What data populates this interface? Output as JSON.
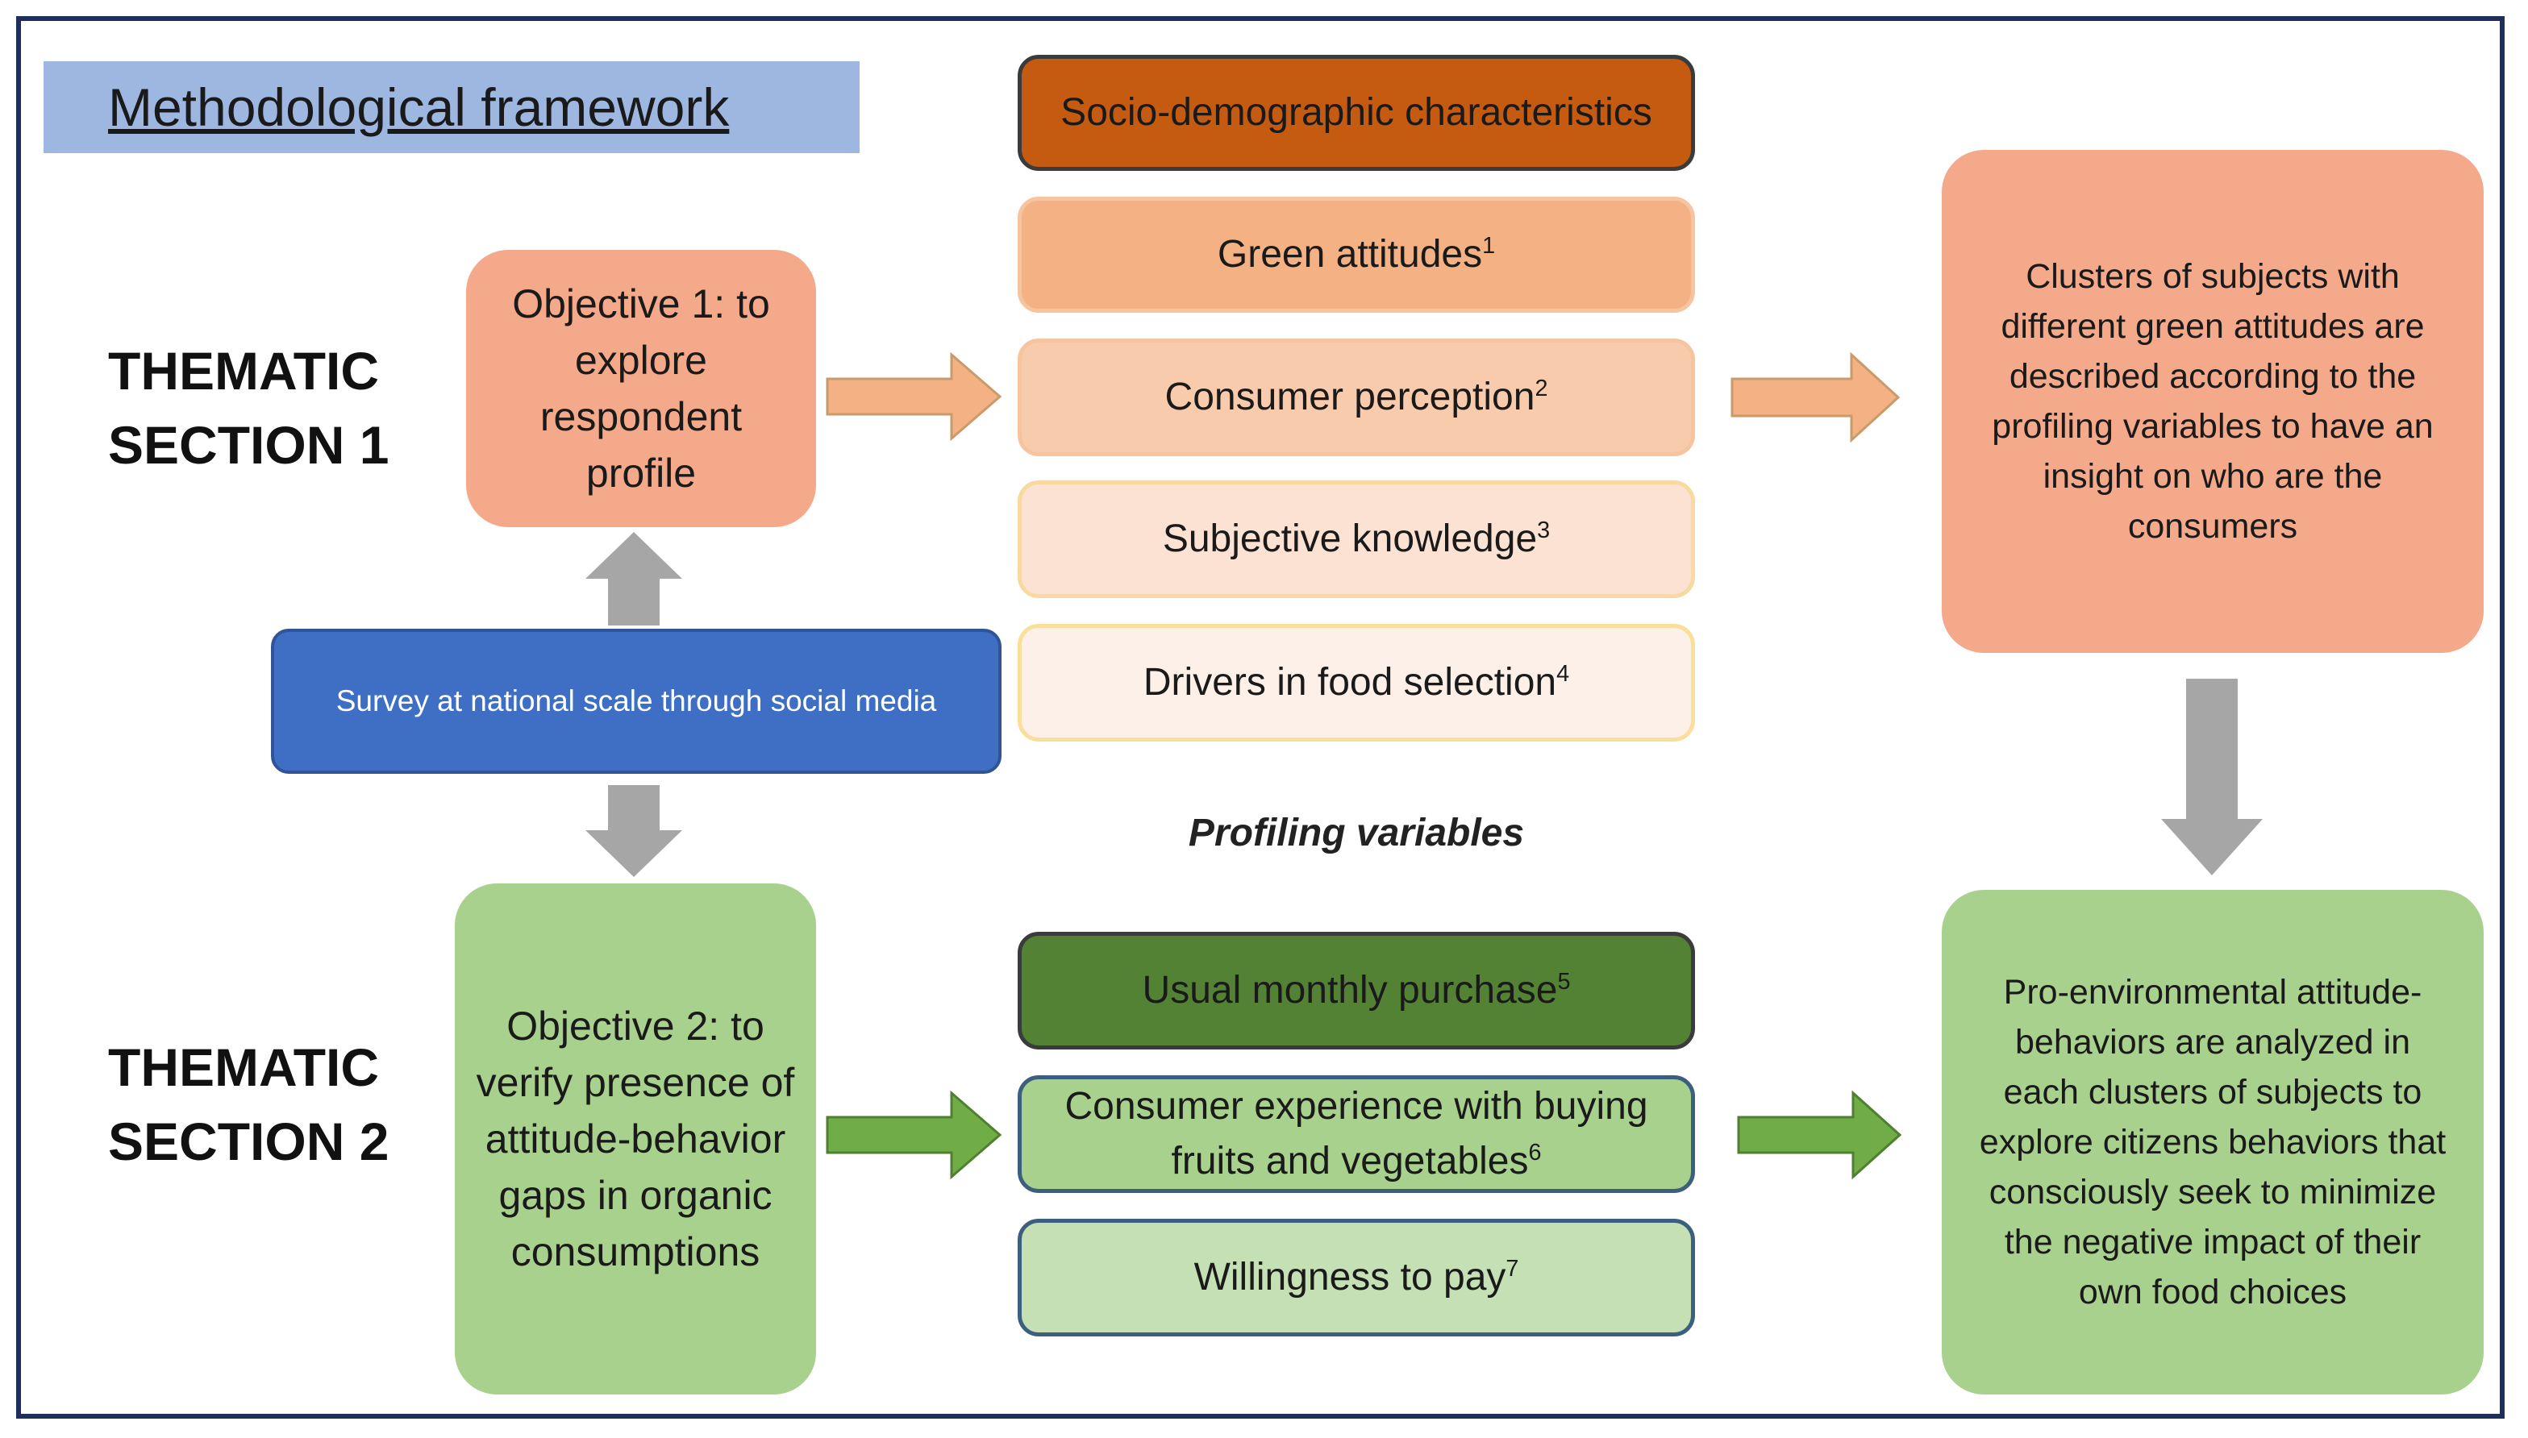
{
  "title": "Methodological framework",
  "sections": {
    "one": [
      "THEMATIC",
      "SECTION 1"
    ],
    "two": [
      "THEMATIC",
      "SECTION 2"
    ]
  },
  "objective1": "Objective 1: to explore respondent profile",
  "objective2": "Objective 2: to verify presence of attitude-behavior gaps in organic consumptions",
  "survey": "Survey at national scale through social media",
  "profiling_variables": [
    {
      "label": "Socio-demographic characteristics",
      "sup": ""
    },
    {
      "label": "Green attitudes",
      "sup": "1"
    },
    {
      "label": "Consumer perception",
      "sup": "2"
    },
    {
      "label": "Subjective knowledge",
      "sup": "3"
    },
    {
      "label": "Drivers in food selection",
      "sup": "4"
    }
  ],
  "profiling_caption": "Profiling variables",
  "section2_variables": [
    {
      "label": "Usual monthly purchase",
      "sup": "5"
    },
    {
      "label": "Consumer experience with buying fruits and vegetables",
      "sup": "6"
    },
    {
      "label": "Willingness to pay",
      "sup": "7"
    }
  ],
  "outcome1": "Clusters of subjects with different green attitudes are described according to the profiling variables to have an insight on who are the consumers",
  "outcome2": "Pro-environmental attitude-behaviors are analyzed in each clusters of subjects to explore citizens behaviors that consciously seek to minimize the negative impact of their own food choices",
  "colors": {
    "title_bg": "#9db7e0",
    "survey_bg": "#3e6fc4",
    "socio_bg": "#c55a11",
    "green_att_bg": "#f4b183",
    "perception_bg": "#f8cbad",
    "knowledge_bg": "#fbe2d3",
    "drivers_bg": "#fdf0e8",
    "objective1_bg": "#f4a98a",
    "outcome1_bg": "#f4a98a",
    "purchase_bg": "#548235",
    "experience_bg": "#a9d18e",
    "wtp_bg": "#c5e0b4",
    "objective2_bg": "#a9d18e",
    "outcome2_bg": "#a9d18e",
    "orange_arrow": "#f4b183",
    "green_arrow": "#70ad47",
    "gray_arrow": "#a6a6a6"
  }
}
